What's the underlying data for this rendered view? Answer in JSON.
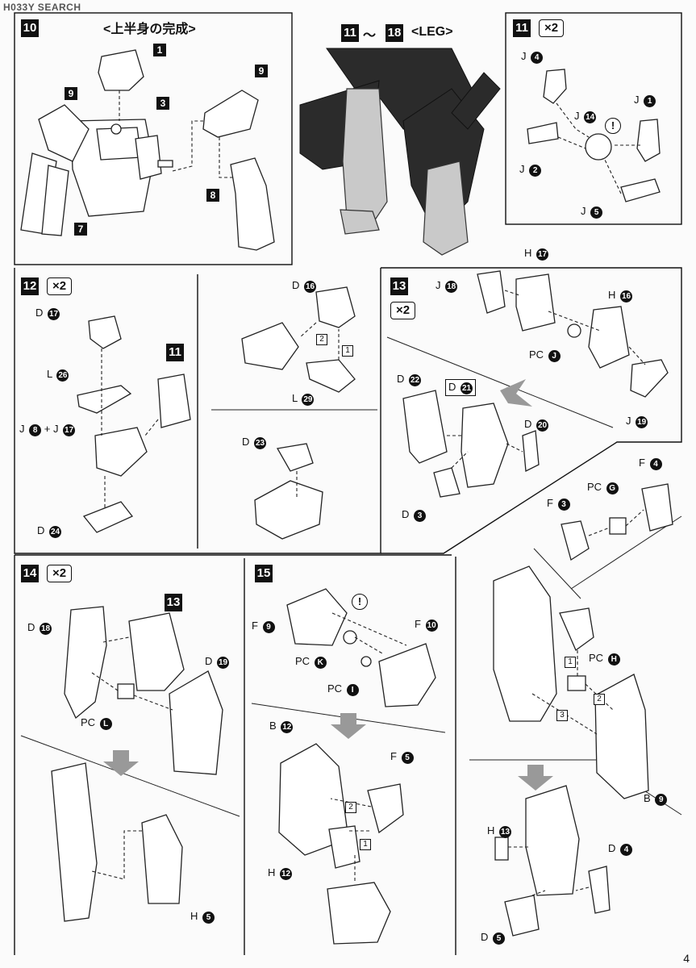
{
  "watermark": "H033Y SEARCH",
  "page_number": "4",
  "step10": {
    "num": "10",
    "header": "<上半身の完成>",
    "labels": [
      "1",
      "9",
      "3",
      "9",
      "8",
      "7"
    ]
  },
  "step11_18": {
    "from": "11",
    "sep": "〜",
    "to": "18",
    "header": "<LEG>"
  },
  "step11": {
    "num": "11",
    "mult": "×2",
    "warn": "!",
    "labels": [
      {
        "g": "J",
        "n": "4"
      },
      {
        "g": "J",
        "n": "14"
      },
      {
        "g": "J",
        "n": "1"
      },
      {
        "g": "J",
        "n": "2"
      },
      {
        "g": "J",
        "n": "5"
      }
    ]
  },
  "step12": {
    "num": "12",
    "mult": "×2",
    "ref": "11",
    "labels": [
      {
        "g": "D",
        "n": "17"
      },
      {
        "g": "L",
        "n": "26"
      },
      {
        "g": "J",
        "n": "8"
      },
      {
        "g": "J",
        "n": "17"
      },
      {
        "g": "D",
        "n": "24"
      },
      {
        "g": "D",
        "n": "16"
      },
      {
        "g": "L",
        "n": "29"
      },
      {
        "g": "D",
        "n": "23"
      }
    ],
    "plus": "+",
    "order": [
      "1",
      "2"
    ]
  },
  "step13": {
    "num": "13",
    "mult": "×2",
    "labels": [
      {
        "g": "J",
        "n": "18"
      },
      {
        "g": "H",
        "n": "17"
      },
      {
        "g": "H",
        "n": "16"
      },
      {
        "g": "PC",
        "n": "J"
      },
      {
        "g": "J",
        "n": "19"
      },
      {
        "g": "D",
        "n": "22"
      },
      {
        "g": "D",
        "n": "21"
      },
      {
        "g": "D",
        "n": "20"
      },
      {
        "g": "D",
        "n": "3"
      },
      {
        "g": "F",
        "n": "4"
      },
      {
        "g": "PC",
        "n": "G"
      },
      {
        "g": "F",
        "n": "3"
      }
    ]
  },
  "step14": {
    "num": "14",
    "mult": "×2",
    "ref": "13",
    "labels": [
      {
        "g": "D",
        "n": "18"
      },
      {
        "g": "D",
        "n": "19"
      },
      {
        "g": "PC",
        "n": "L"
      },
      {
        "g": "H",
        "n": "5"
      }
    ]
  },
  "step15": {
    "num": "15",
    "warn": "!",
    "labels": [
      {
        "g": "F",
        "n": "9"
      },
      {
        "g": "F",
        "n": "10"
      },
      {
        "g": "PC",
        "n": "K"
      },
      {
        "g": "PC",
        "n": "I"
      },
      {
        "g": "B",
        "n": "12"
      },
      {
        "g": "F",
        "n": "5"
      },
      {
        "g": "H",
        "n": "12"
      }
    ],
    "order": [
      "1",
      "2"
    ]
  },
  "step16": {
    "labels": [
      {
        "g": "PC",
        "n": "H"
      },
      {
        "g": "B",
        "n": "9"
      },
      {
        "g": "H",
        "n": "13"
      },
      {
        "g": "D",
        "n": "4"
      },
      {
        "g": "D",
        "n": "5"
      }
    ],
    "order": [
      "1",
      "2",
      "3"
    ]
  }
}
